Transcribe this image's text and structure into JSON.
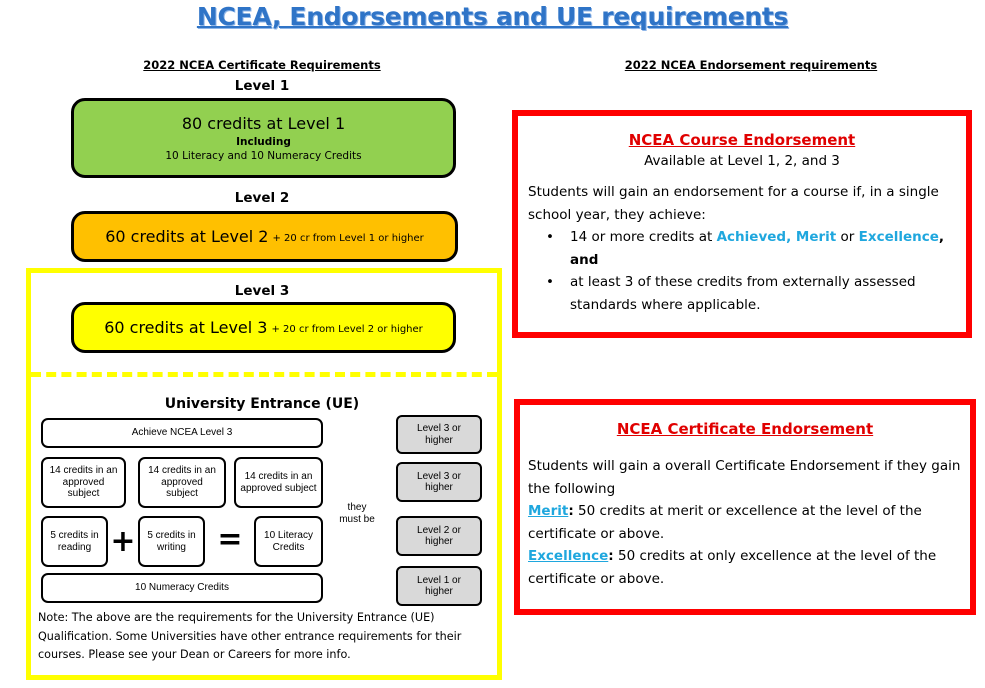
{
  "title": "NCEA, Endorsements and UE requirements",
  "left": {
    "heading": "2022 NCEA Certificate Requirements",
    "level1": {
      "heading": "Level 1",
      "main": "80 credits at Level 1",
      "including": "Including",
      "detail": "10 Literacy and 10 Numeracy Credits",
      "color": "#92d050"
    },
    "level2": {
      "heading": "Level 2",
      "main": "60 credits at Level 2",
      "extra": "+ 20 cr from Level 1 or higher",
      "color": "#ffc000"
    },
    "level3": {
      "heading": "Level 3",
      "main": "60 credits at Level 3",
      "extra": "+ 20 cr from Level 2 or higher",
      "color": "#ffff00"
    }
  },
  "ue": {
    "heading": "University Entrance (UE)",
    "achieve": "Achieve NCEA Level 3",
    "subjects": [
      "14 credits in an approved subject",
      "14 credits in an approved subject",
      "14 credits in an approved subject"
    ],
    "reading": "5 credits in reading",
    "writing": "5 credits in writing",
    "plus": "+",
    "equals": "=",
    "literacy": "10 Literacy Credits",
    "numeracy": "10 Numeracy Credits",
    "they_must_be": "they must be",
    "levels": [
      "Level 3 or higher",
      "Level 3 or higher",
      "Level 2 or higher",
      "Level 1 or higher"
    ],
    "note": "Note: The above are the requirements for the University Entrance (UE) Qualification. Some Universities have other entrance requirements for their courses. Please see your Dean or Careers for more info."
  },
  "right": {
    "heading": "2022 NCEA Endorsement requirements",
    "course": {
      "title": "NCEA Course Endorsement",
      "subtitle": "Available at Level 1, 2, and 3",
      "intro": "Students will gain an endorsement for a course if, in a single school year, they achieve:",
      "b1_pre": "14 or more credits at ",
      "b1_achieved": "Achieved, Merit",
      "b1_or": " or ",
      "b1_excellence": "Excellence",
      "b1_and": ", and",
      "b2": "at least 3 of these credits from externally assessed standards where applicable."
    },
    "certificate": {
      "title": "NCEA Certificate Endorsement",
      "intro": "Students will gain a overall Certificate Endorsement if they gain the following",
      "merit_label": "Merit",
      "merit_text": "50 credits at merit or excellence at the level of the certificate or above.",
      "excellence_label": "Excellence",
      "excellence_text": "50 credits at only excellence at the level of the certificate or above."
    },
    "bullet_glyph": "•",
    "colon": ":"
  }
}
